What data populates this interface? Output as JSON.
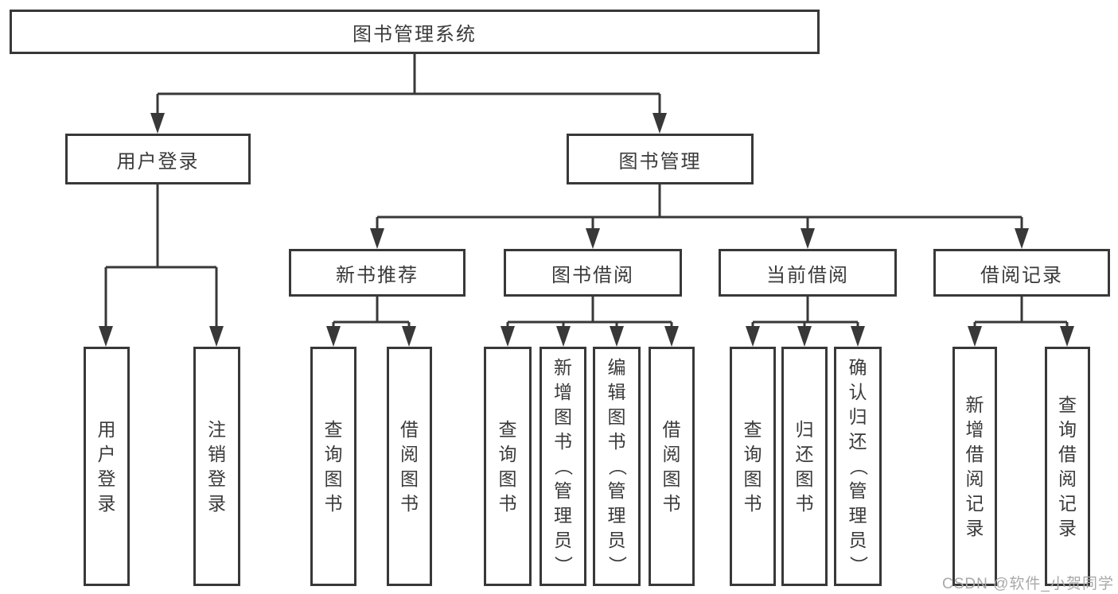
{
  "diagram": {
    "root": {
      "label": "图书管理系统"
    },
    "branches": {
      "user": {
        "label": "用户登录",
        "leaves": [
          "用户登录",
          "注销登录"
        ]
      },
      "management": {
        "label": "图书管理",
        "sections": [
          {
            "label": "新书推荐",
            "leaves": [
              "查询图书",
              "借阅图书"
            ]
          },
          {
            "label": "图书借阅",
            "leaves": [
              "查询图书",
              "新增图书（管理员）",
              "编辑图书（管理员）",
              "借阅图书"
            ]
          },
          {
            "label": "当前借阅",
            "leaves": [
              "查询图书",
              "归还图书",
              "确认归还（管理员）"
            ]
          },
          {
            "label": "借阅记录",
            "leaves": [
              "新增借阅记录",
              "查询借阅记录"
            ]
          }
        ]
      }
    }
  },
  "watermark": {
    "text": "CSDN @软件_小贺同学"
  },
  "colors": {
    "line": "#383838",
    "text": "#3a3a3a",
    "watermark": "#a9a9a9",
    "box_fill": "#ffffff"
  }
}
